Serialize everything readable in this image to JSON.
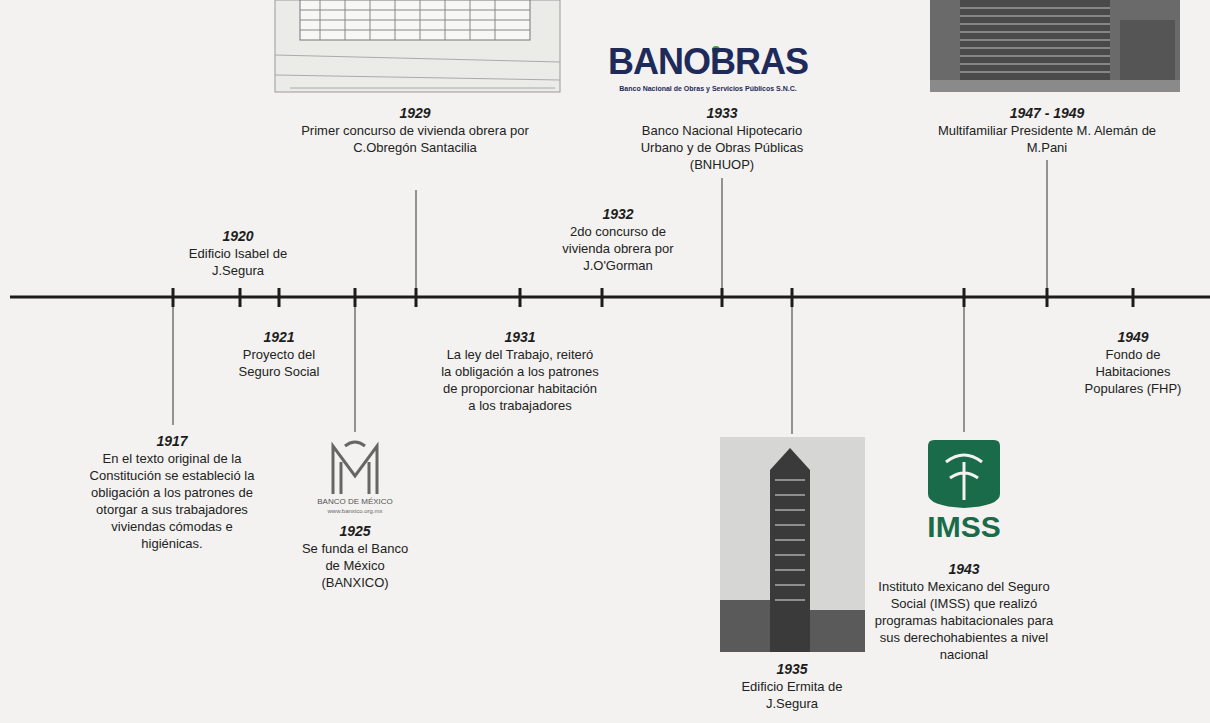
{
  "diagram": {
    "labels": [
      "1929",
      "Primer concurso de vivienda obrera por C.Obregón Santacilia",
      "BANOBRAS",
      "Banco Nacional de Obras y Servicios Públicos S.N.C.",
      "1933",
      "Banco Nacional Hipotecario Urbano y de Obras Públicas (BNHUOP)",
      "1947 - 1949",
      "Multifamiliar Presidente M. Alemán de M.Pani",
      "1920",
      "Edificio Isabel de J.Segura",
      "1932",
      "2do concurso de vivienda obrera por J.O'Gorman",
      "1921",
      "Proyecto del Seguro Social",
      "1931",
      "La ley del Trabajo, reiteró la obligación a los patrones de proporcionar habitación a los trabajadores",
      "1949",
      "Fondo de Habitaciones Populares (FHP)",
      "1917",
      "En el texto original de la Constitución se estableció la obligación a los patrones de otorgar a sus trabajadores viviendas cómodas e higiénicas.",
      "BANCO DE MÉXICO",
      "www.banxico.org.mx",
      "1925",
      "Se funda el Banco de México (BANXICO)",
      "IMSS",
      "1943",
      "Instituto Mexicano del Seguro Social (IMSS) que realizó programas habitacionales para sus derechohabientes a nivel nacional",
      "1935",
      "Edificio Ermita de J.Segura"
    ]
  }
}
